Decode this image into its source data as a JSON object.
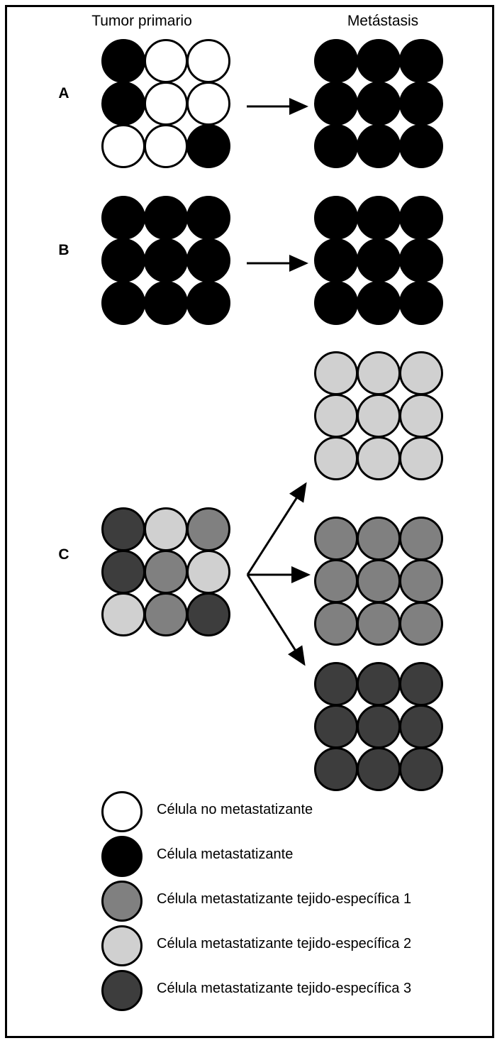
{
  "figure": {
    "border_color": "#000000",
    "background": "#ffffff"
  },
  "headers": {
    "primary": "Tumor primario",
    "metastasis": "Metástasis"
  },
  "colors": {
    "non_metastatic": "#ffffff",
    "metastatic": "#000000",
    "tissue_specific_1": "#808080",
    "tissue_specific_2": "#d0d0d0",
    "tissue_specific_3": "#3d3d3d",
    "outline": "#000000"
  },
  "panels": [
    {
      "letter": "A",
      "primary_grid": [
        [
          "metastatic",
          "non_metastatic",
          "non_metastatic"
        ],
        [
          "metastatic",
          "non_metastatic",
          "non_metastatic"
        ],
        [
          "non_metastatic",
          "non_metastatic",
          "metastatic"
        ]
      ],
      "metastasis_grids": [
        [
          [
            "metastatic",
            "metastatic",
            "metastatic"
          ],
          [
            "metastatic",
            "metastatic",
            "metastatic"
          ],
          [
            "metastatic",
            "metastatic",
            "metastatic"
          ]
        ]
      ],
      "arrows": 1
    },
    {
      "letter": "B",
      "primary_grid": [
        [
          "metastatic",
          "metastatic",
          "metastatic"
        ],
        [
          "metastatic",
          "metastatic",
          "metastatic"
        ],
        [
          "metastatic",
          "metastatic",
          "metastatic"
        ]
      ],
      "metastasis_grids": [
        [
          [
            "metastatic",
            "metastatic",
            "metastatic"
          ],
          [
            "metastatic",
            "metastatic",
            "metastatic"
          ],
          [
            "metastatic",
            "metastatic",
            "metastatic"
          ]
        ]
      ],
      "arrows": 1
    },
    {
      "letter": "C",
      "primary_grid": [
        [
          "tissue_specific_3",
          "tissue_specific_2",
          "tissue_specific_1"
        ],
        [
          "tissue_specific_3",
          "tissue_specific_1",
          "tissue_specific_2"
        ],
        [
          "tissue_specific_2",
          "tissue_specific_1",
          "tissue_specific_3"
        ]
      ],
      "metastasis_grids": [
        [
          [
            "tissue_specific_2",
            "tissue_specific_2",
            "tissue_specific_2"
          ],
          [
            "tissue_specific_2",
            "tissue_specific_2",
            "tissue_specific_2"
          ],
          [
            "tissue_specific_2",
            "tissue_specific_2",
            "tissue_specific_2"
          ]
        ],
        [
          [
            "tissue_specific_1",
            "tissue_specific_1",
            "tissue_specific_1"
          ],
          [
            "tissue_specific_1",
            "tissue_specific_1",
            "tissue_specific_1"
          ],
          [
            "tissue_specific_1",
            "tissue_specific_1",
            "tissue_specific_1"
          ]
        ],
        [
          [
            "tissue_specific_3",
            "tissue_specific_3",
            "tissue_specific_3"
          ],
          [
            "tissue_specific_3",
            "tissue_specific_3",
            "tissue_specific_3"
          ],
          [
            "tissue_specific_3",
            "tissue_specific_3",
            "tissue_specific_3"
          ]
        ]
      ],
      "arrows": 3
    }
  ],
  "legend": {
    "items": [
      {
        "color_key": "non_metastatic",
        "label": "Célula no metastatizante"
      },
      {
        "color_key": "metastatic",
        "label": "Célula metastatizante"
      },
      {
        "color_key": "tissue_specific_1",
        "label": "Célula metastatizante tejido-específica 1"
      },
      {
        "color_key": "tissue_specific_2",
        "label": "Célula metastatizante tejido-específica 2"
      },
      {
        "color_key": "tissue_specific_3",
        "label": "Célula metastatizante tejido-específica 3"
      }
    ]
  }
}
